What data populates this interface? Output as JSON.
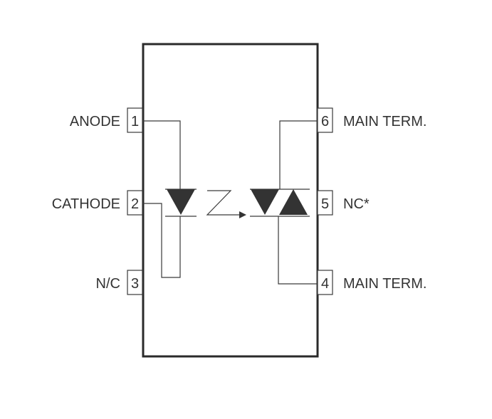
{
  "pins": [
    {
      "number": "1",
      "label": "ANODE"
    },
    {
      "number": "2",
      "label": "CATHODE"
    },
    {
      "number": "3",
      "label": "N/C"
    },
    {
      "number": "4",
      "label": "MAIN TERM."
    },
    {
      "number": "5",
      "label": "NC*"
    },
    {
      "number": "6",
      "label": "MAIN TERM."
    }
  ],
  "colors": {
    "line": "#3a3a3a",
    "body": "#2a2a2a",
    "text": "#333333"
  }
}
